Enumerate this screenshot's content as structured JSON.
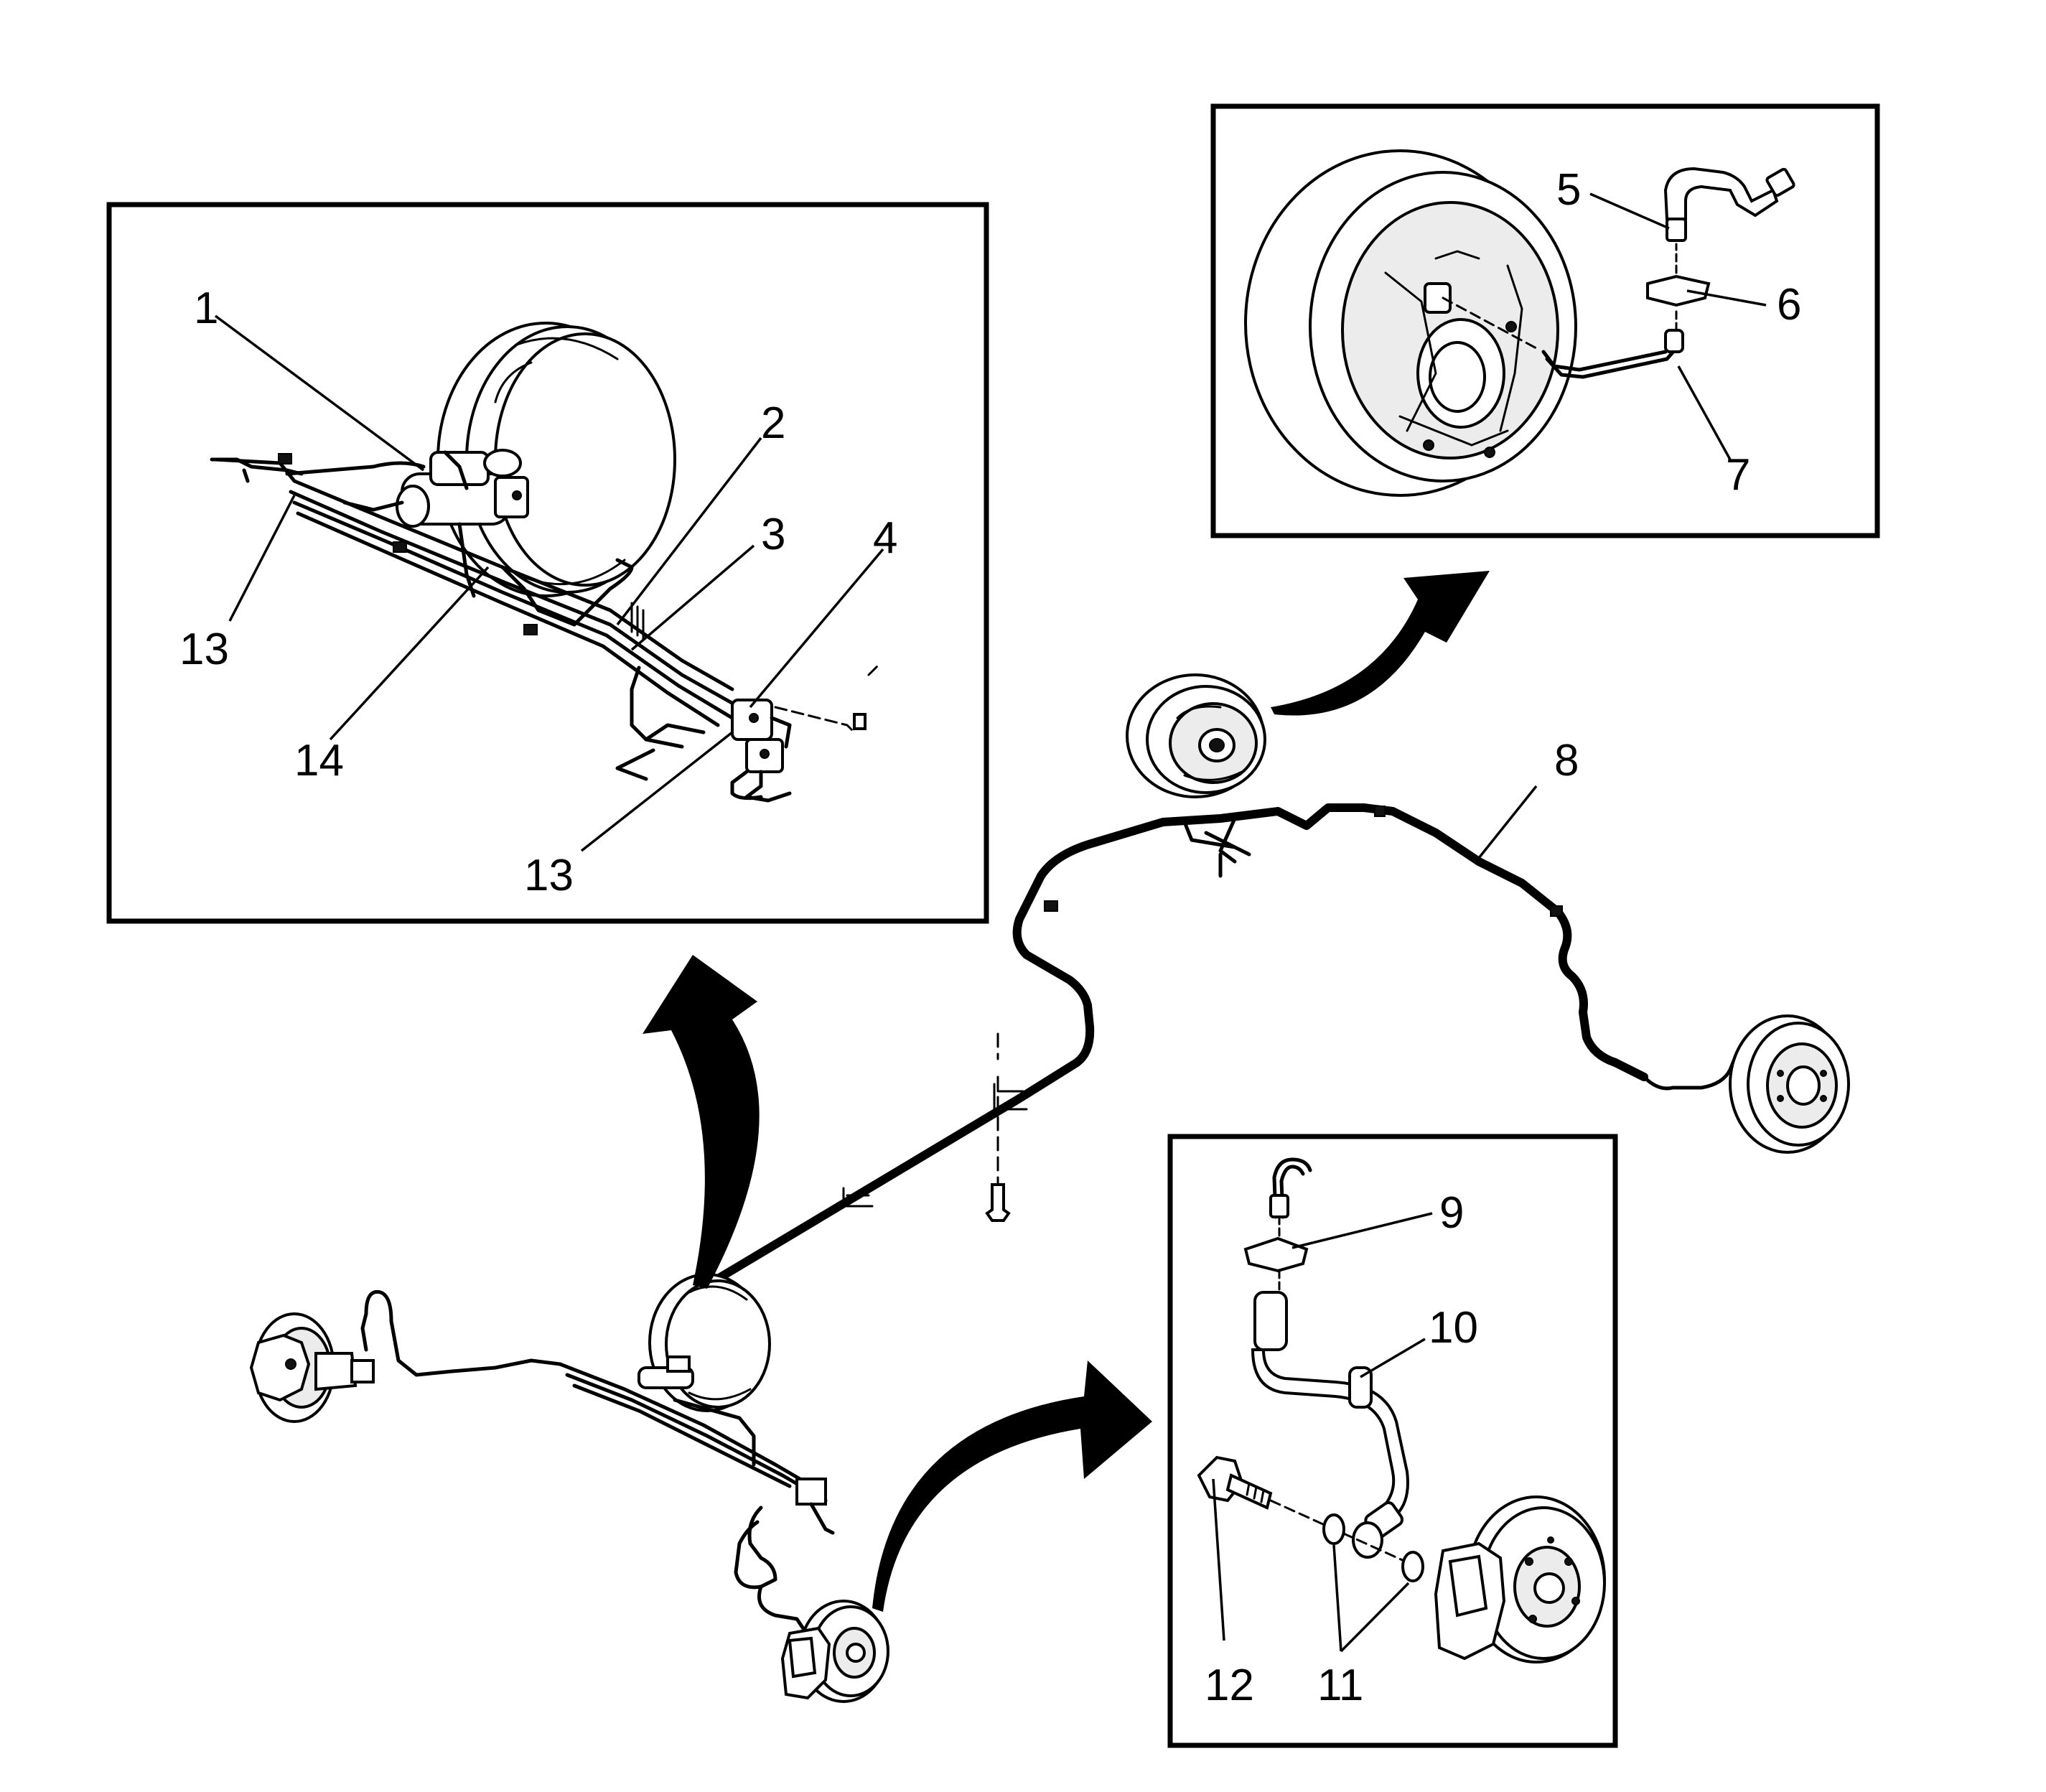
{
  "labels": [
    {
      "id": "1",
      "text": "1"
    },
    {
      "id": "2",
      "text": "2"
    },
    {
      "id": "3",
      "text": "3"
    },
    {
      "id": "4",
      "text": "4"
    },
    {
      "id": "5",
      "text": "5"
    },
    {
      "id": "6",
      "text": "6"
    },
    {
      "id": "7",
      "text": "7"
    },
    {
      "id": "8",
      "text": "8"
    },
    {
      "id": "9",
      "text": "9"
    },
    {
      "id": "10",
      "text": "10"
    },
    {
      "id": "11",
      "text": "11"
    },
    {
      "id": "12",
      "text": "12"
    },
    {
      "id": "13a",
      "text": "13"
    },
    {
      "id": "13b",
      "text": "13"
    },
    {
      "id": "14",
      "text": "14"
    }
  ]
}
